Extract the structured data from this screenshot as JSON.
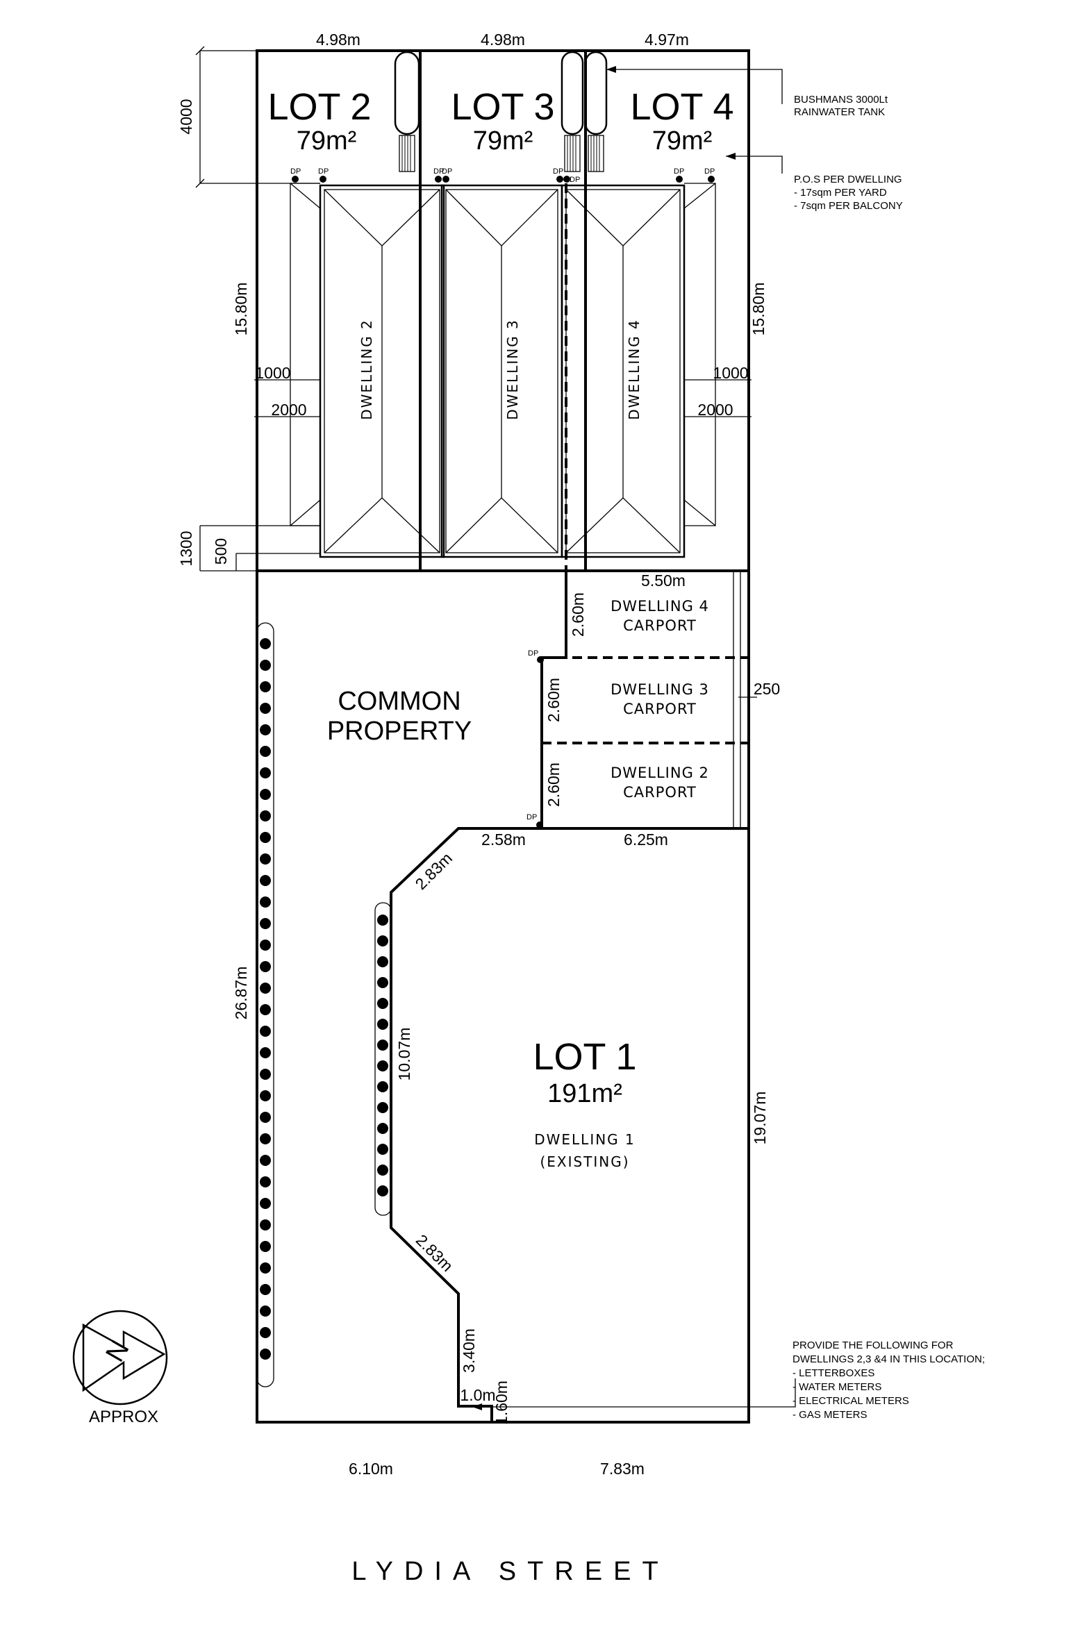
{
  "lots": {
    "lot2": {
      "name": "LOT 2",
      "area": "79m²"
    },
    "lot3": {
      "name": "LOT 3",
      "area": "79m²"
    },
    "lot4": {
      "name": "LOT 4",
      "area": "79m²"
    },
    "lot1": {
      "name": "LOT 1",
      "area": "191m²",
      "dwelling_line1": "DWELLING 1",
      "dwelling_line2": "(EXISTING)"
    }
  },
  "dwellings": {
    "d2": "DWELLING 2",
    "d3": "DWELLING 3",
    "d4": "DWELLING 4"
  },
  "carports": {
    "c4_line1": "DWELLING 4",
    "c4_line2": "CARPORT",
    "c3_line1": "DWELLING 3",
    "c3_line2": "CARPORT",
    "c2_line1": "DWELLING 2",
    "c2_line2": "CARPORT"
  },
  "common_property": {
    "line1": "COMMON",
    "line2": "PROPERTY"
  },
  "dims": {
    "top1": "4.98m",
    "top2": "4.98m",
    "top3": "4.97m",
    "d4000": "4000",
    "left1580": "15.80m",
    "right1580": "15.80m",
    "l1000": "1000",
    "l2000": "2000",
    "r1000": "1000",
    "r2000": "2000",
    "d1300": "1300",
    "d500": "500",
    "w550": "5.50m",
    "h260a": "2.60m",
    "h260b": "2.60m",
    "h260c": "2.60m",
    "d250": "250",
    "w258": "2.58m",
    "w625": "6.25m",
    "diag283a": "2.83m",
    "diag283b": "2.83m",
    "h1007": "10.07m",
    "h2687": "26.87m",
    "h1907": "19.07m",
    "h340": "3.40m",
    "w10": "1.0m",
    "h160": "1.60m",
    "bot610": "6.10m",
    "bot783": "7.83m"
  },
  "dp": "DP",
  "notes": {
    "tank_line1": "BUSHMANS 3000Lt",
    "tank_line2": "RAINWATER TANK",
    "pos_line1": "P.O.S PER DWELLING",
    "pos_line2": "- 17sqm PER YARD",
    "pos_line3": "- 7sqm PER BALCONY",
    "provide_lines": [
      "PROVIDE THE FOLLOWING FOR",
      "DWELLINGS 2,3 &4 IN THIS LOCATION;",
      "- LETTERBOXES",
      "- WATER METERS",
      "- ELECTRICAL METERS",
      "- GAS METERS"
    ]
  },
  "north": {
    "letter": "N",
    "approx": "APPROX"
  },
  "street": "LYDIA STREET"
}
